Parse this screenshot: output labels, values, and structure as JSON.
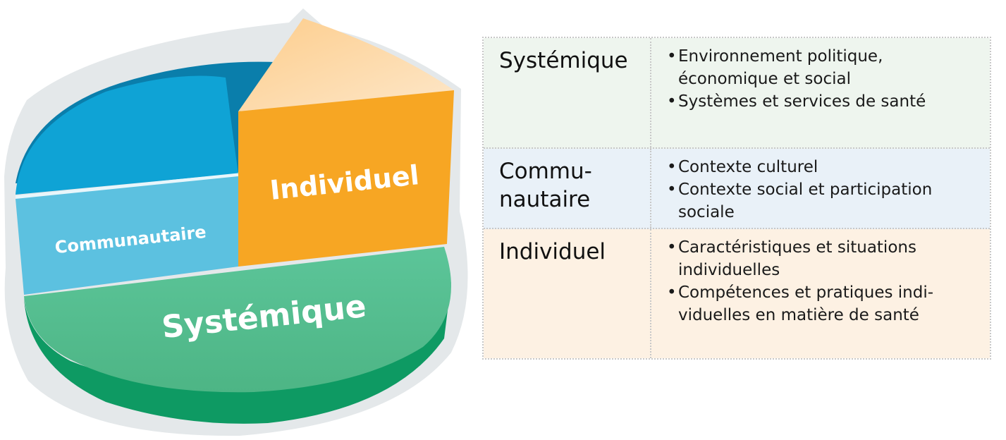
{
  "diagram": {
    "slices": [
      {
        "label": "Systémique",
        "color": "#55bf8e"
      },
      {
        "label": "Communautaire",
        "color": "#5bbfdf"
      },
      {
        "label": "Individuel",
        "color": "#f7a623"
      }
    ]
  },
  "table": {
    "rows": [
      {
        "category": "Systémique",
        "bullets": [
          "Environnement politique, économique et social",
          "Systèmes et services de santé"
        ],
        "bg": "#eef5ee"
      },
      {
        "category": "Commu-\nnautaire",
        "bullets": [
          "Contexte culturel",
          "Contexte social et participation sociale"
        ],
        "bg": "#e9f1f8"
      },
      {
        "category": "Individuel",
        "bullets": [
          "Caractéristiques et situations individuelles",
          "Compétences et pratiques indi-viduelles en matière de santé"
        ],
        "bg": "#fdf1e3"
      }
    ]
  }
}
